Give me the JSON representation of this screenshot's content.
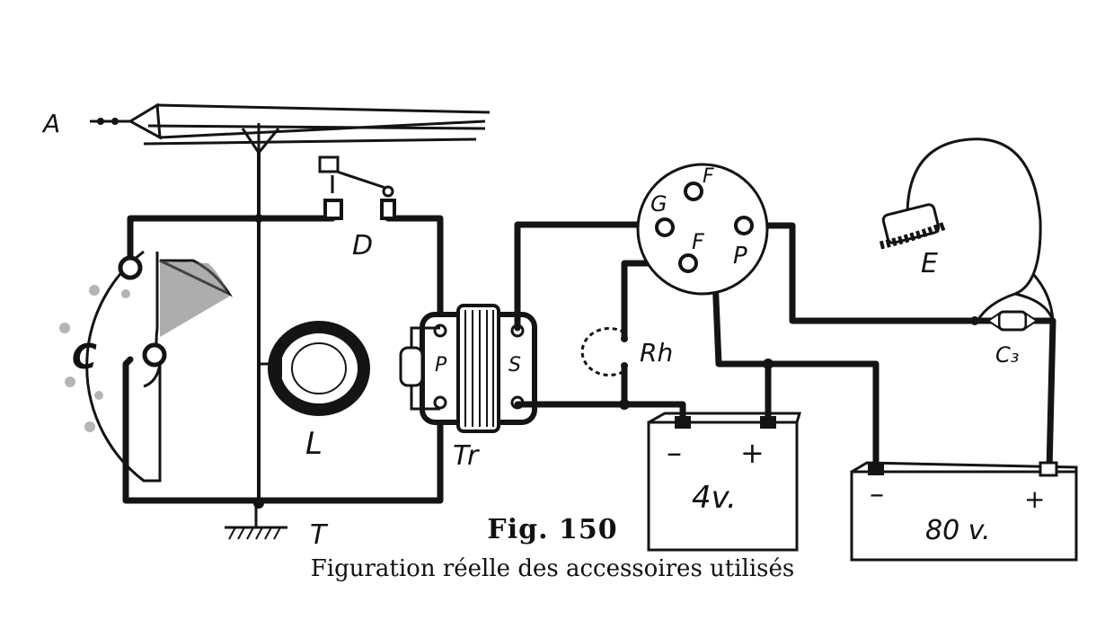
{
  "labels": {
    "antenna": "A",
    "condenser": "C",
    "detector": "D",
    "coil": "L",
    "ground": "T",
    "transformer": "Tr",
    "primary": "P",
    "secondary": "S",
    "rheostat": "Rh",
    "lamp_grid": "G",
    "lamp_filament_top": "F",
    "lamp_filament_bottom": "F",
    "lamp_plate": "P",
    "headphones": "E",
    "capacitor": "C₃"
  },
  "batteries": {
    "low": {
      "label": "4v.",
      "minus": "–",
      "plus": "+"
    },
    "high": {
      "label": "80 v.",
      "minus": "–",
      "plus": "+"
    }
  },
  "caption": {
    "title": "Fig. 150",
    "text": "Figuration réelle des accessoires utilisés"
  },
  "colors": {
    "ink": "#141414",
    "paper": "#ffffff"
  }
}
